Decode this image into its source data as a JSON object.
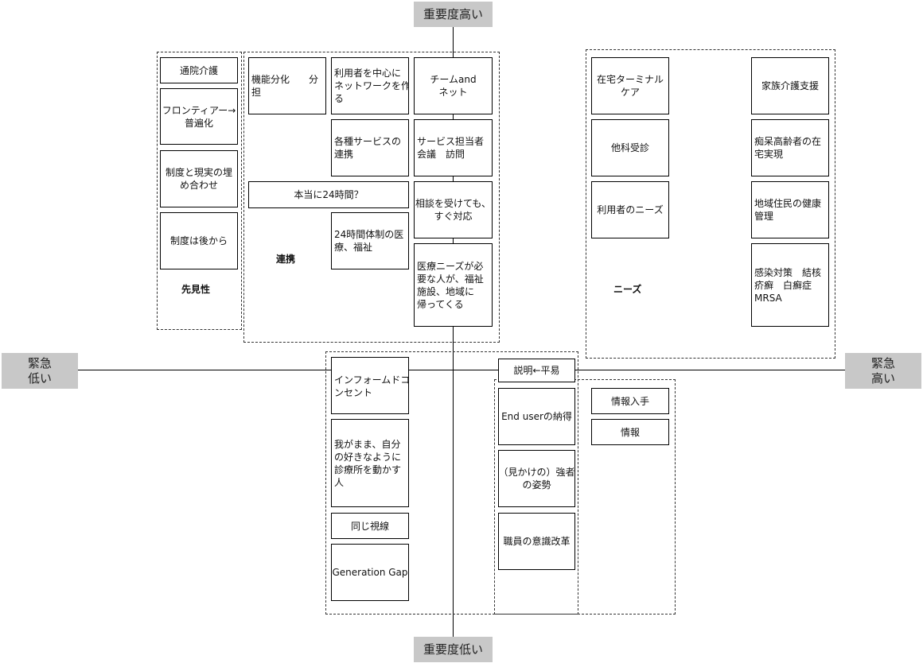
{
  "axes": {
    "top": "重要度高い",
    "bottom": "重要度低い",
    "left": "緊急\n低い",
    "right": "緊急\n高い"
  },
  "groups": {
    "foresight": {
      "label": "先見性",
      "items": [
        "通院介護",
        "フロンティアー→\n普遍化",
        "制度と現実の埋\nめ合わせ",
        "制度は後から"
      ]
    },
    "cooperation": {
      "label": "連携",
      "items": {
        "kinou": "機能分化　　分\n担",
        "riyousha_center": "利用者を中心に\nネットワークを作\nる",
        "team": "チームand\nネット",
        "kakushu": "各種サービスの\n連携",
        "service_meeting": "サービス担当者\n会議　訪問",
        "honto24": "本当に24時間？",
        "soudan": "相談を受けても、\nすぐ対応",
        "24h": "24時間体制の医\n療、福祉",
        "iryou_needs": "医療ニーズが必\n要な人が、福祉\n施設、地域に\n帰ってくる"
      }
    },
    "needs": {
      "label": "ニーズ",
      "left_items": [
        "在宅ターミナル\nケア",
        "他科受診",
        "利用者のニーズ"
      ],
      "right_items": [
        "家族介護支援",
        "痴呆高齢者の在\n宅実現",
        "地域住民の健康\n管理",
        "感染対策　結核\n疥癬　白癬症\nMRSA"
      ]
    },
    "lower_left": {
      "items": [
        "インフォームドコ\nンセント",
        "我がまま、自分\nの好きなように\n診療所を動かす\n人",
        "同じ視線",
        "Generation Gap"
      ]
    },
    "lower_right": {
      "header": "説明←平易",
      "items": [
        "End userの納得",
        "（見かけの）強者\nの姿勢",
        "職員の意識改革"
      ],
      "side_items": [
        "情報入手",
        "情報"
      ]
    }
  }
}
